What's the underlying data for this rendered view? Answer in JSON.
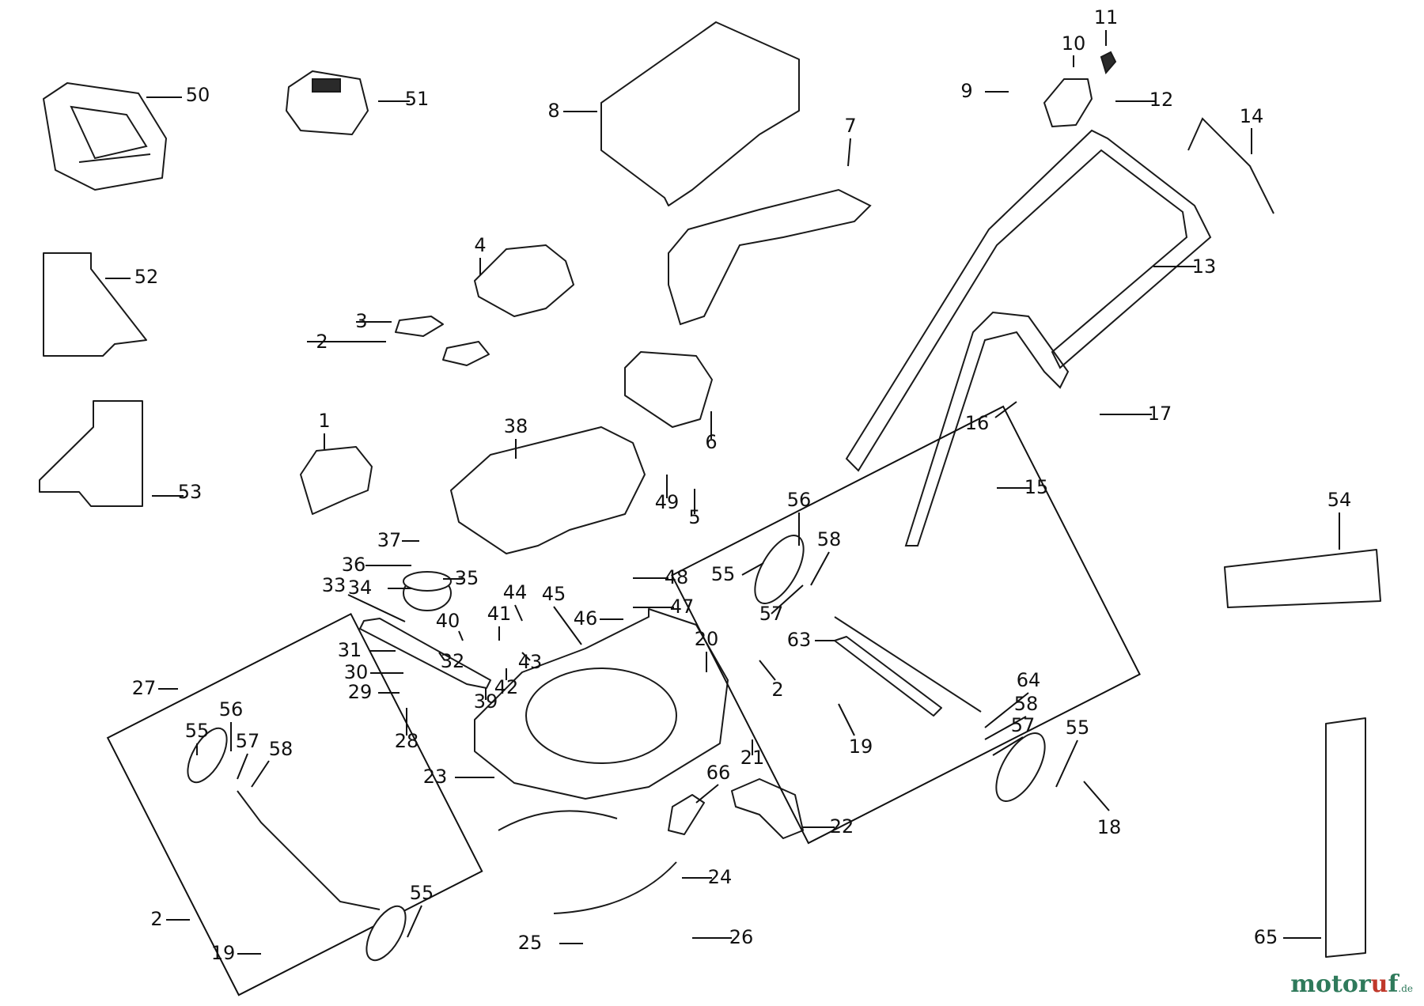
{
  "callouts": [
    "1",
    "2",
    "3",
    "4",
    "5",
    "6",
    "7",
    "8",
    "9",
    "10",
    "11",
    "12",
    "13",
    "14",
    "15",
    "16",
    "17",
    "18",
    "19",
    "20",
    "21",
    "22",
    "23",
    "24",
    "25",
    "26",
    "27",
    "28",
    "29",
    "30",
    "31",
    "32",
    "33",
    "34",
    "35",
    "36",
    "37",
    "38",
    "39",
    "40",
    "41",
    "42",
    "43",
    "44",
    "45",
    "46",
    "47",
    "48",
    "49",
    "50",
    "51",
    "52",
    "53",
    "54",
    "55",
    "56",
    "57",
    "58",
    "63",
    "64",
    "65",
    "66"
  ],
  "watermark": {
    "prefix": "motor",
    "highlight": "u",
    "suffix": "f",
    "tld": ".de"
  },
  "colors": {
    "line": "#1a1a1a",
    "watermark_green": "#2f7a5b",
    "watermark_red": "#c0392b"
  }
}
